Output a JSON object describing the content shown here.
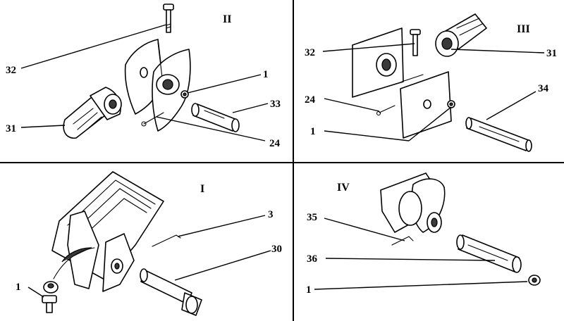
{
  "panels": {
    "II": {
      "numeral": "II",
      "callouts": {
        "c32": "32",
        "c31": "31",
        "c1": "1",
        "c33": "33",
        "c24": "24"
      }
    },
    "III": {
      "numeral": "III",
      "callouts": {
        "c32": "32",
        "c31": "31",
        "c24": "24",
        "c34": "34",
        "c1": "1"
      }
    },
    "I": {
      "numeral": "I",
      "callouts": {
        "c3": "3",
        "c30": "30",
        "c1": "1"
      }
    },
    "IV": {
      "numeral": "IV",
      "callouts": {
        "c35": "35",
        "c36": "36",
        "c1": "1"
      }
    }
  }
}
